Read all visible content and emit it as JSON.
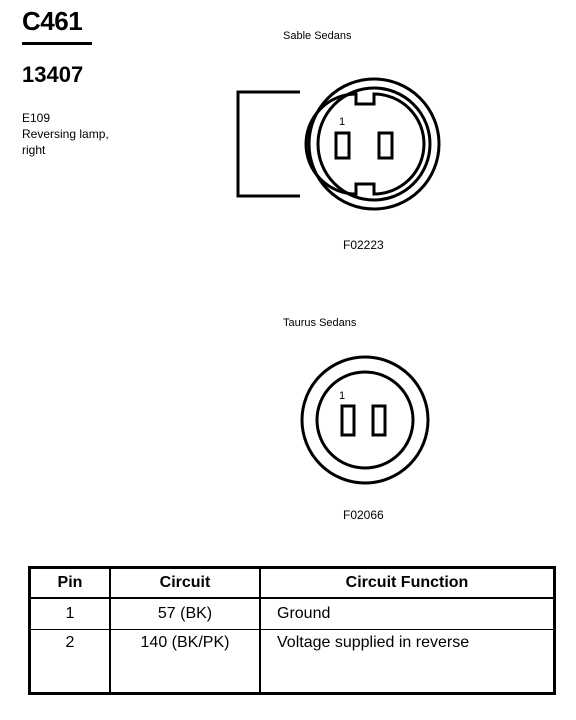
{
  "header": {
    "connector_id": "C461",
    "part_number": "13407",
    "location_code": "E109",
    "location_desc_1": "Reversing lamp,",
    "location_desc_2": "right"
  },
  "views": [
    {
      "label": "Sable Sedans",
      "figure_id": "F02223",
      "pin_label": "1"
    },
    {
      "label": "Taurus Sedans",
      "figure_id": "F02066",
      "pin_label": "1"
    }
  ],
  "table": {
    "headers": [
      "Pin",
      "Circuit",
      "Circuit Function"
    ],
    "rows": [
      {
        "pin": "1",
        "circuit": "57 (BK)",
        "function": "Ground"
      },
      {
        "pin": "2",
        "circuit": "140 (BK/PK)",
        "function": "Voltage supplied in reverse"
      }
    ]
  }
}
